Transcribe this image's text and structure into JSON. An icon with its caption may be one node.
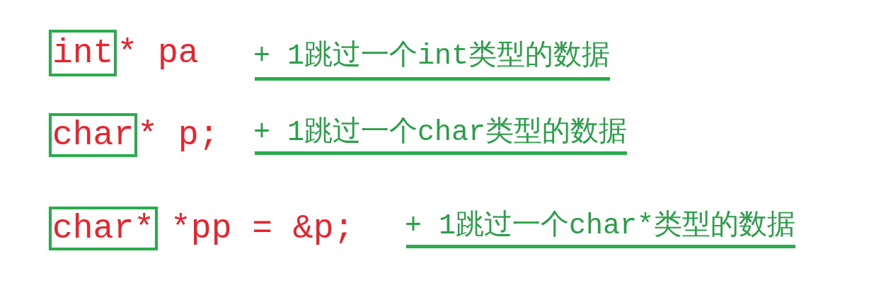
{
  "diagram": {
    "nodes": [
      {
        "text": [
          "int"
        ],
        "beside": [
          "* pa"
        ]
      },
      {
        "text": [
          "char"
        ],
        "beside": [
          "* p;"
        ]
      },
      {
        "text": [
          "char*"
        ],
        "beside": [
          "*pp = &p;"
        ]
      }
    ],
    "labels": [
      "+ 1跳过一个int类型的数据",
      "+ 1跳过一个char类型的数据",
      "+ 1跳过一个char*类型的数据"
    ]
  }
}
